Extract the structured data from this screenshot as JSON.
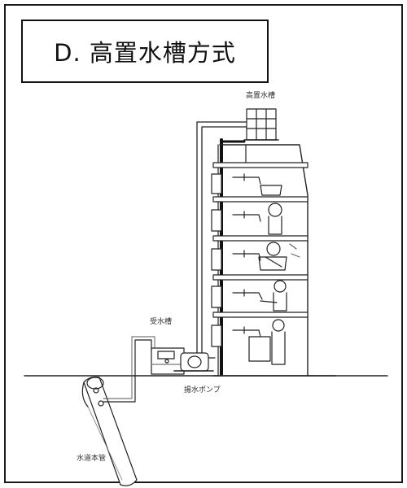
{
  "title": "D. 高置水槽方式",
  "labels": {
    "elevated_tank": "高置水槽",
    "receiving_tank": "受水槽",
    "lift_pump": "揚水ポンプ",
    "water_main": "水道本管"
  }
}
